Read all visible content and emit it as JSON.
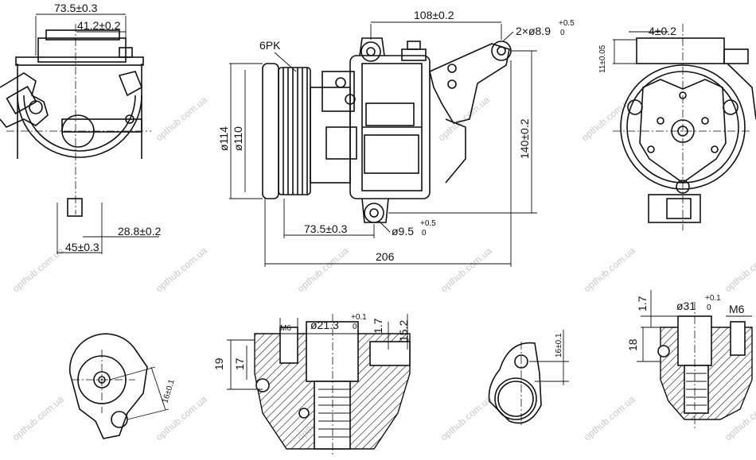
{
  "dimensions": {
    "tv_width": "73.5±0.3",
    "tv_inner": "41.2±0.2",
    "tv_mount_offset": "28.8±0.2",
    "tv_mount_width": "45±0.3",
    "pulley_label": "6PK",
    "pulley_d114": "ø114",
    "pulley_d110": "ø110",
    "mount_span_top": "108±0.2",
    "hole_top": "2×ø8.9",
    "hole_top_tol_up": "+0.5",
    "hole_top_tol_dn": "0",
    "mount_height": "140±0.2",
    "body_offset": "73.5±0.3",
    "hole_bottom": "ø9.5",
    "hole_bottom_tol_up": "+0.5",
    "hole_bottom_tol_dn": "0",
    "overall_length": "206",
    "rv_top_width": "4±0.2",
    "rv_top_height": "11±0.05",
    "p1_hole_spacing": "16±0.1",
    "p2_thread": "M6",
    "p2_bore": "ø21.3",
    "p2_bore_tol_up": "+0.1",
    "p2_bore_tol_dn": "0",
    "p2_step": "1.7",
    "p2_depth": "15.2",
    "p2_total": "19",
    "p2_inner": "17",
    "p3_hole_spacing": "16±0.1",
    "p4_step": "1.7",
    "p4_bore": "ø31",
    "p4_bore_tol_up": "+0.1",
    "p4_bore_tol_dn": "0",
    "p4_thread": "M6",
    "p4_height": "18"
  },
  "watermark": "opthub.com.ua"
}
